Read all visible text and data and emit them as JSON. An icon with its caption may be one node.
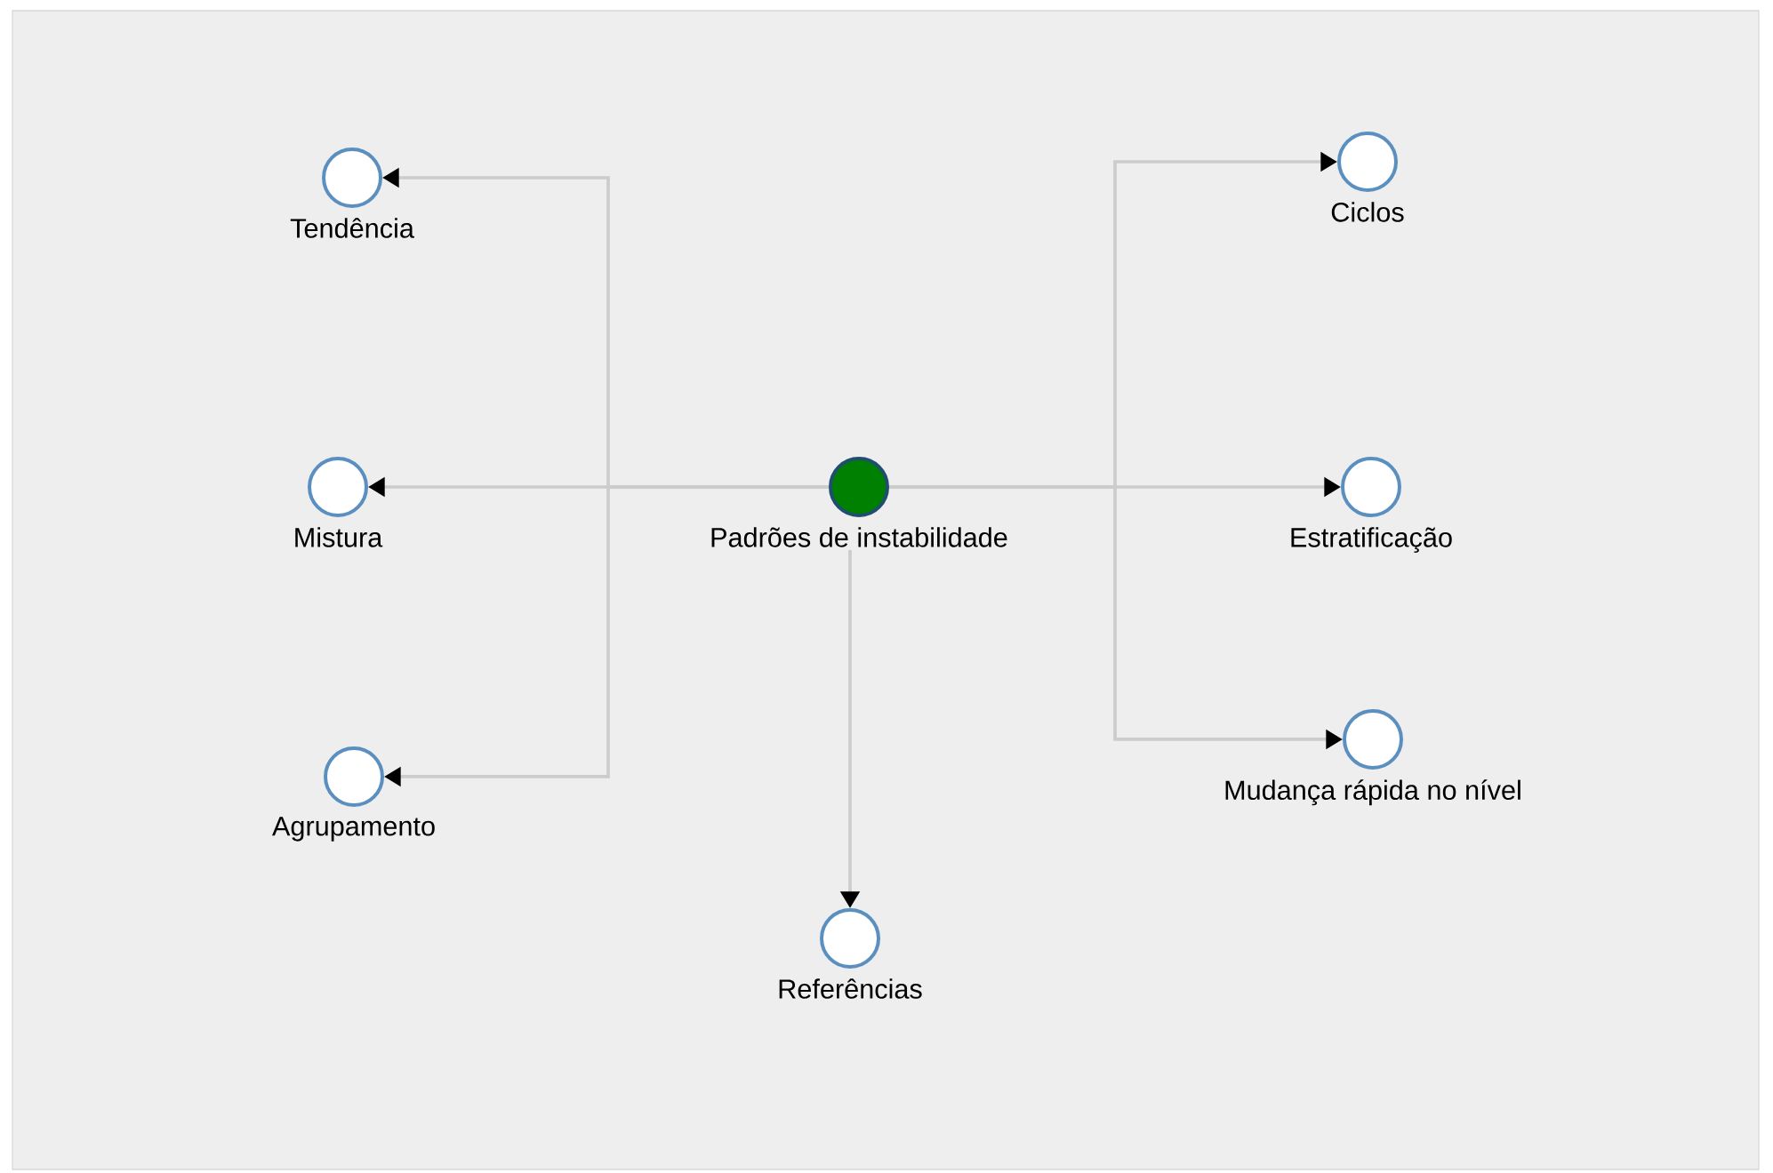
{
  "diagram": {
    "nodes": [
      {
        "text": [
          "Tendência"
        ]
      },
      {
        "text": [
          "Ciclos"
        ]
      },
      {
        "text": [
          "Mistura"
        ]
      },
      {
        "text": [
          "Padrões de instabilidade"
        ]
      },
      {
        "text": [
          "Estratificação"
        ]
      },
      {
        "text": [
          "Agrupamento"
        ]
      },
      {
        "text": [
          "Mudança rápida no nível"
        ]
      },
      {
        "text": [
          "Referências"
        ]
      }
    ],
    "edges": [
      {
        "from": 3,
        "to": 0,
        "arrow": "to"
      },
      {
        "from": 3,
        "to": 2,
        "arrow": "to"
      },
      {
        "from": 3,
        "to": 5,
        "arrow": "to"
      },
      {
        "from": 3,
        "to": 1,
        "arrow": "to"
      },
      {
        "from": 3,
        "to": 4,
        "arrow": "to"
      },
      {
        "from": 3,
        "to": 6,
        "arrow": "to"
      },
      {
        "from": 3,
        "to": 7,
        "arrow": "to"
      }
    ]
  }
}
